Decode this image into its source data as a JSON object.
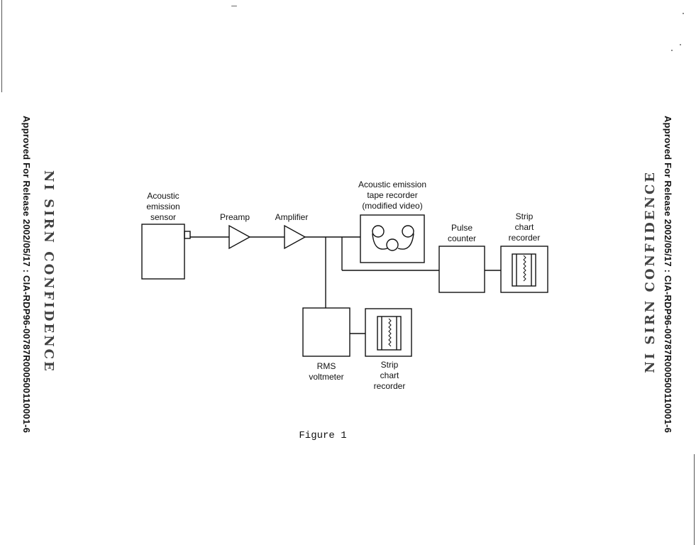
{
  "margins": {
    "left_vertical": "Approved For Release 2002/05/17 : CIA-RDP96-00787R000500110001-6",
    "right_vertical": "Approved For Release 2002/05/17 : CIA-RDP96-00787R000500110001-6",
    "left_stamp": "NI SIRN CONFIDENCE",
    "right_stamp": "NI SIRN CONFIDENCE"
  },
  "diagram": {
    "sensor_label_1": "Acoustic",
    "sensor_label_2": "emission",
    "sensor_label_3": "sensor",
    "preamp_label": "Preamp",
    "amplifier_label": "Amplifier",
    "tape_label_1": "Acoustic emission",
    "tape_label_2": "tape recorder",
    "tape_label_3": "(modified video)",
    "pulse_label_1": "Pulse",
    "pulse_label_2": "counter",
    "strip_top_label_1": "Strip",
    "strip_top_label_2": "chart",
    "strip_top_label_3": "recorder",
    "rms_label_1": "RMS",
    "rms_label_2": "voltmeter",
    "strip_bottom_label_1": "Strip",
    "strip_bottom_label_2": "chart",
    "strip_bottom_label_3": "recorder"
  },
  "caption": "Figure 1"
}
